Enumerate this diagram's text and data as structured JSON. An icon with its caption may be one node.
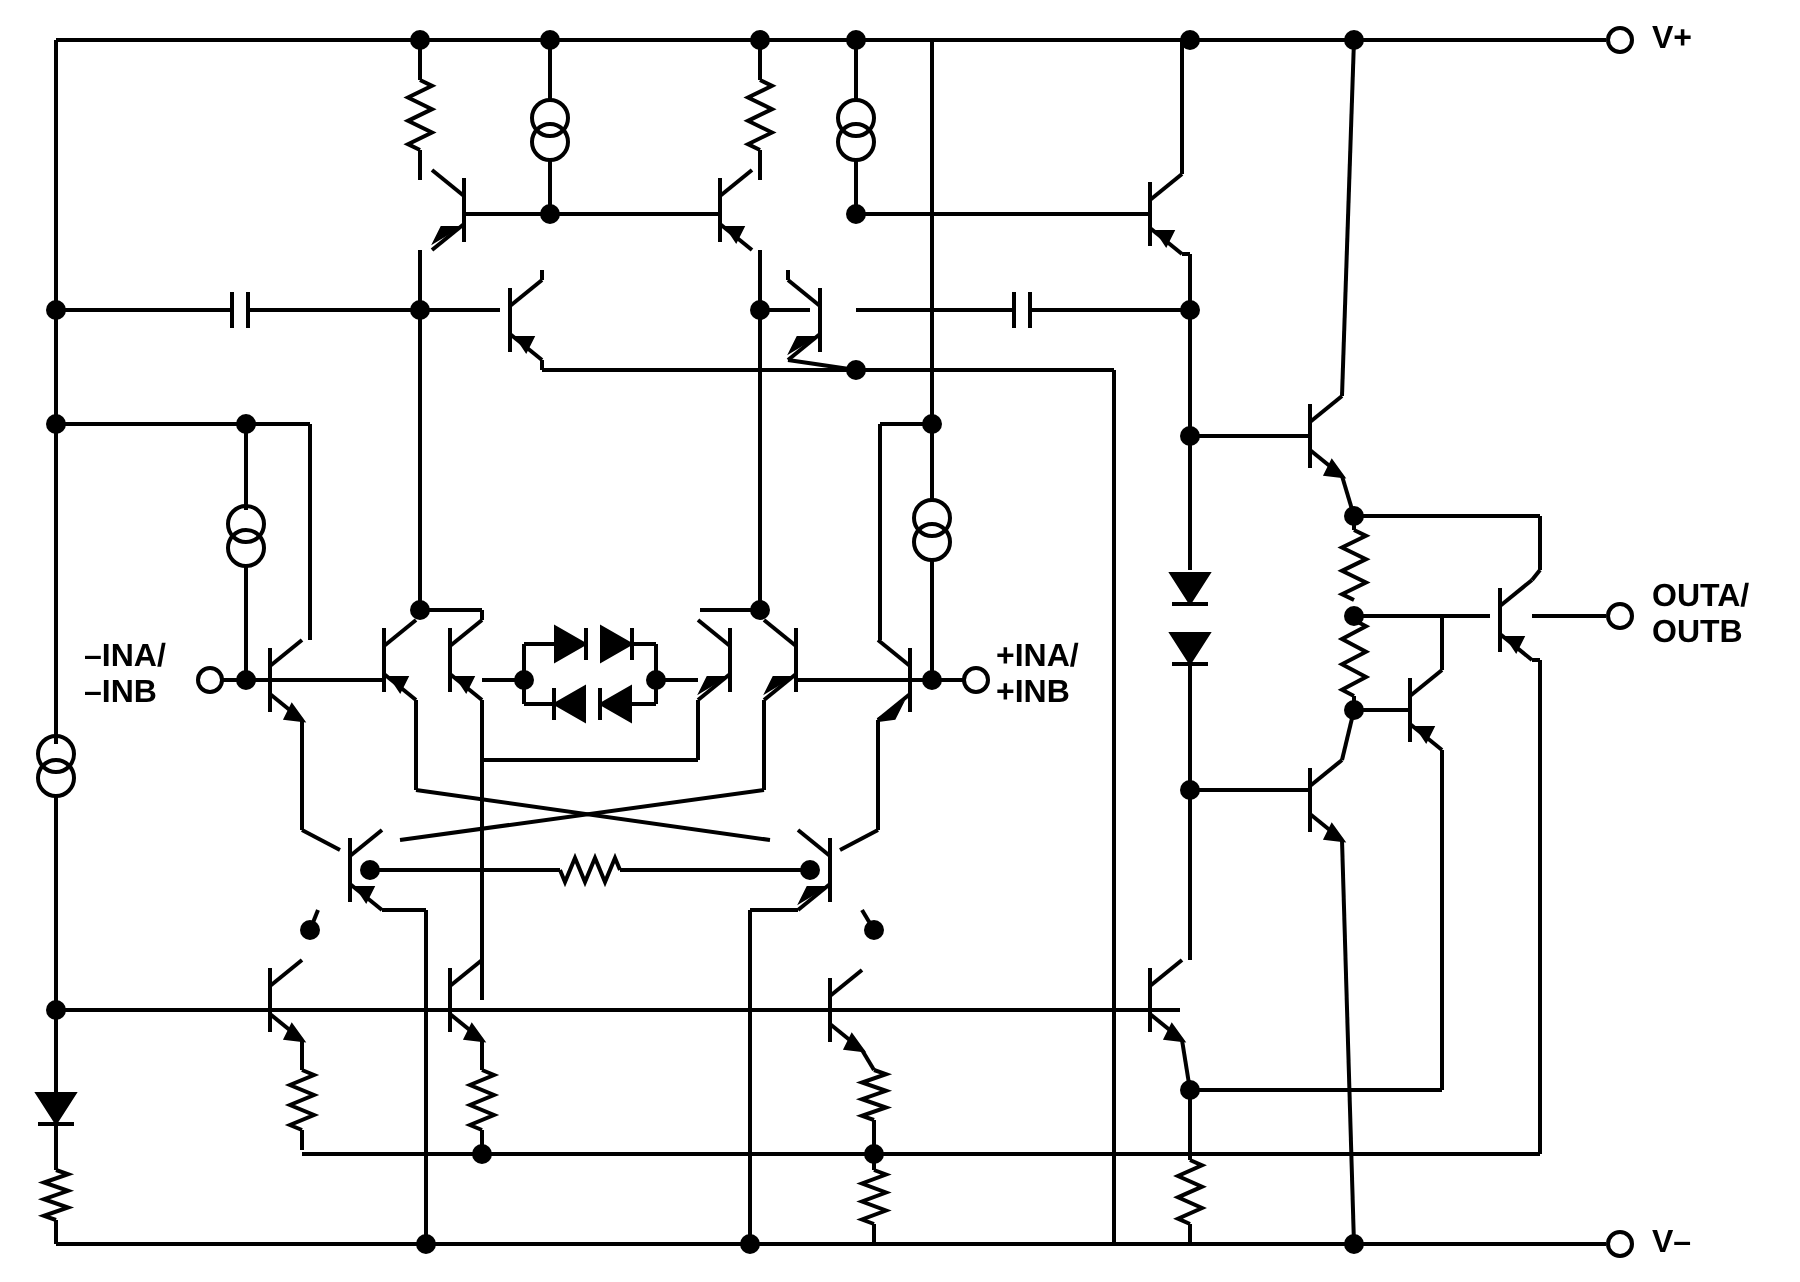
{
  "diagram": {
    "labels": [
      "V+",
      "–INA/ –INB",
      "+INA/ +INB",
      "OUTA/ OUTB",
      "V–"
    ]
  }
}
